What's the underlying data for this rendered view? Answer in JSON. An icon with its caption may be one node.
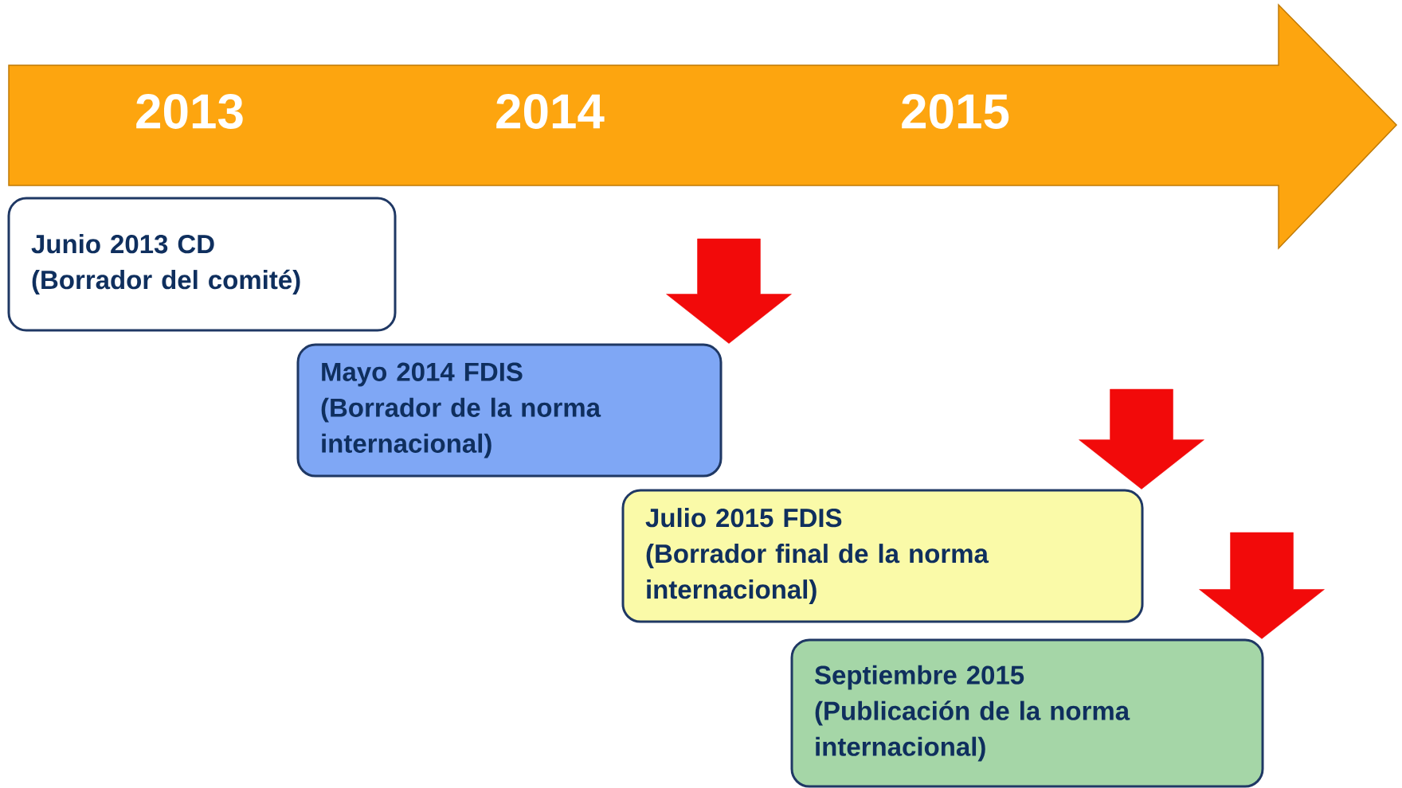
{
  "diagram": {
    "nodes": [
      {
        "text": [
          "2013",
          "2014",
          "2015"
        ]
      },
      {
        "text": [
          "Junio 2013 CD",
          "(Borrador del comité)"
        ]
      },
      {
        "text": [
          "Mayo 2014 FDIS",
          "(Borrador de la norma internacional)"
        ]
      },
      {
        "text": [
          "Julio 2015 FDIS",
          "(Borrador final de la norma internacional)"
        ]
      },
      {
        "text": [
          "Septiembre 2015",
          "(Publicación de la norma internacional)"
        ]
      }
    ],
    "edges": [
      {
        "from": null,
        "to": 2,
        "arrow": "to"
      },
      {
        "from": null,
        "to": 3,
        "arrow": "to"
      },
      {
        "from": null,
        "to": 4,
        "arrow": "to"
      }
    ]
  }
}
